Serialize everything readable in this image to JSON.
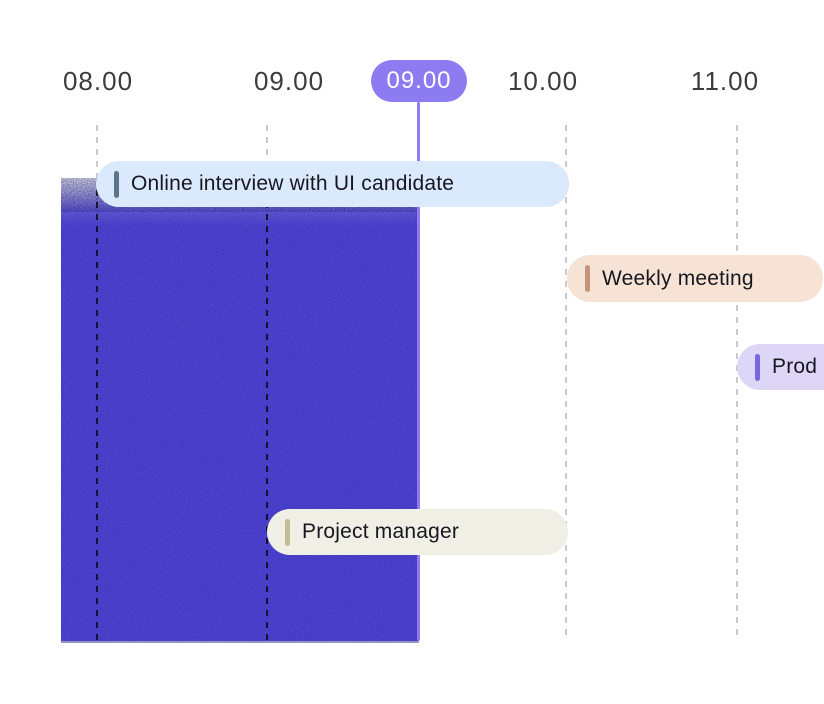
{
  "timeline": {
    "label_color": "#3b3b40",
    "labels": [
      {
        "text": "08.00"
      },
      {
        "text": "09.00"
      },
      {
        "text": "10.00"
      },
      {
        "text": "11.00"
      }
    ],
    "current_time": {
      "text": "09.00",
      "pill_color": "#8d7bf2",
      "line_color": "#8d7bf2",
      "text_color": "#ffffff"
    }
  },
  "event_block": {
    "color": "#564ade"
  },
  "events": [
    {
      "title": "Online interview with UI candidate",
      "bg": "#dbe9fc",
      "accent": "#5d7389"
    },
    {
      "title": "Weekly meeting",
      "bg": "#f6e3d6",
      "accent": "#c69579"
    },
    {
      "title": "Prod",
      "bg": "#ded6f7",
      "accent": "#7667dc"
    },
    {
      "title": "Project manager",
      "bg": "#f0efe5",
      "accent": "#c5bd92"
    }
  ]
}
